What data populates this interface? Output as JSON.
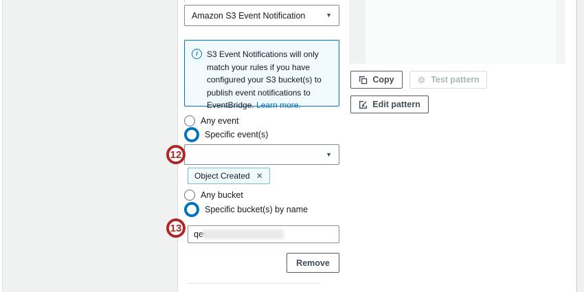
{
  "form": {
    "event_type_select": {
      "value": "Amazon S3 Event Notification"
    },
    "info_box": {
      "text": "S3 Event Notifications will only match your rules if you have configured your S3 bucket(s) to publish event notifications to EventBridge.",
      "link_label": "Learn more."
    },
    "event_radios": [
      {
        "label": "Any event",
        "selected": false
      },
      {
        "label": "Specific event(s)",
        "selected": true
      }
    ],
    "events_select": {
      "value": ""
    },
    "event_tag": {
      "label": "Object Created"
    },
    "bucket_radios": [
      {
        "label": "Any bucket",
        "selected": false
      },
      {
        "label": "Specific bucket(s) by name",
        "selected": true
      }
    ],
    "bucket_input": {
      "value": "qev",
      "redacted": true
    },
    "remove_button_label": "Remove"
  },
  "pattern_panel": {
    "copy_button_label": "Copy",
    "test_pattern_button_label": "Test pattern",
    "test_pattern_disabled": true,
    "edit_pattern_button_label": "Edit pattern"
  },
  "annotations": [
    {
      "number": "12"
    },
    {
      "number": "13"
    }
  ],
  "icons": {
    "info_letter": "i",
    "dropdown_caret": "▼",
    "close": "✕"
  },
  "colors": {
    "accent_blue": "#0073bb",
    "info_bg": "#f1faff",
    "tag_border": "#7cb8d6",
    "annotation_red": "#b02725",
    "button_border": "#545b64",
    "panel_gray": "#f0f1f1"
  }
}
